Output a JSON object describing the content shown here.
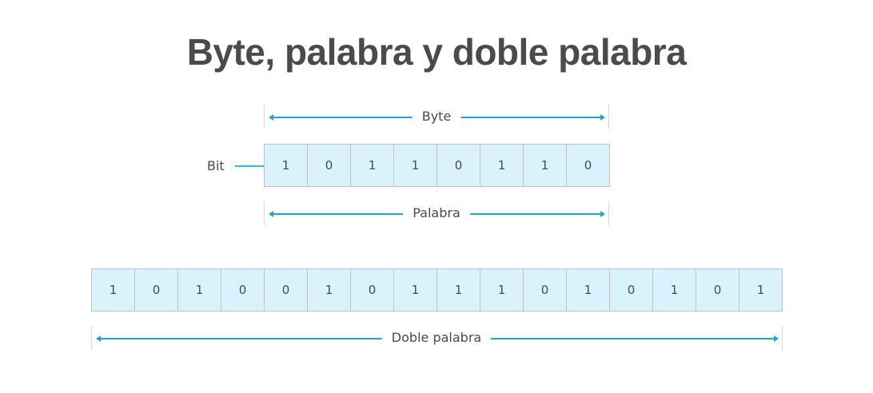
{
  "title": "Byte, palabra y doble palabra",
  "colors": {
    "title": "#4b4b4d",
    "text": "#4a4a4a",
    "cell_fill": "#daf2fb",
    "cell_border": "#b9c4cb",
    "arrow": "#1aa7dd",
    "tick": "#d8d8d8"
  },
  "byte": {
    "label": "Byte",
    "bits": [
      "1",
      "0",
      "1",
      "1",
      "0",
      "1",
      "1",
      "0"
    ]
  },
  "bit_pointer": {
    "label": "Bit"
  },
  "word": {
    "label": "Palabra"
  },
  "double_word": {
    "label": "Doble palabra",
    "bits": [
      "1",
      "0",
      "1",
      "0",
      "0",
      "1",
      "0",
      "1",
      "1",
      "1",
      "0",
      "1",
      "0",
      "1",
      "0",
      "1"
    ]
  }
}
